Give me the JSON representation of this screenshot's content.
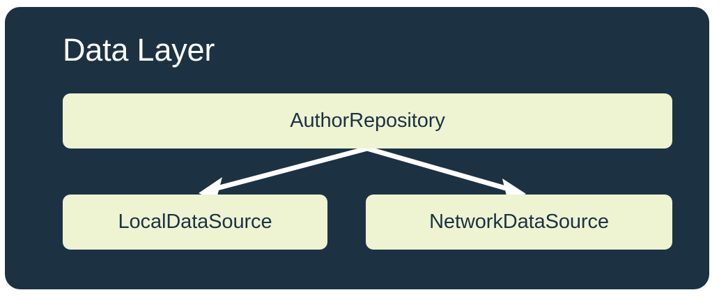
{
  "diagram": {
    "type": "architecture-layer-diagram",
    "panel": {
      "title": "Data Layer",
      "background_color": "#1c3243",
      "title_color": "#ffffff"
    },
    "node_style": {
      "fill_color": "#eef3d2",
      "text_color": "#1c3243"
    },
    "edge_style": {
      "color": "#ffffff",
      "arrowhead": "open-triangle"
    },
    "nodes": [
      {
        "id": "author-repository",
        "label": "AuthorRepository",
        "role": "repository"
      },
      {
        "id": "local-data-source",
        "label": "LocalDataSource",
        "role": "data-source"
      },
      {
        "id": "network-data-source",
        "label": "NetworkDataSource",
        "role": "data-source"
      }
    ],
    "edges": [
      {
        "id": "edge-repo-to-local",
        "from": "author-repository",
        "to": "local-data-source",
        "direction": "downstream"
      },
      {
        "id": "edge-repo-to-network",
        "from": "author-repository",
        "to": "network-data-source",
        "direction": "downstream"
      }
    ]
  }
}
